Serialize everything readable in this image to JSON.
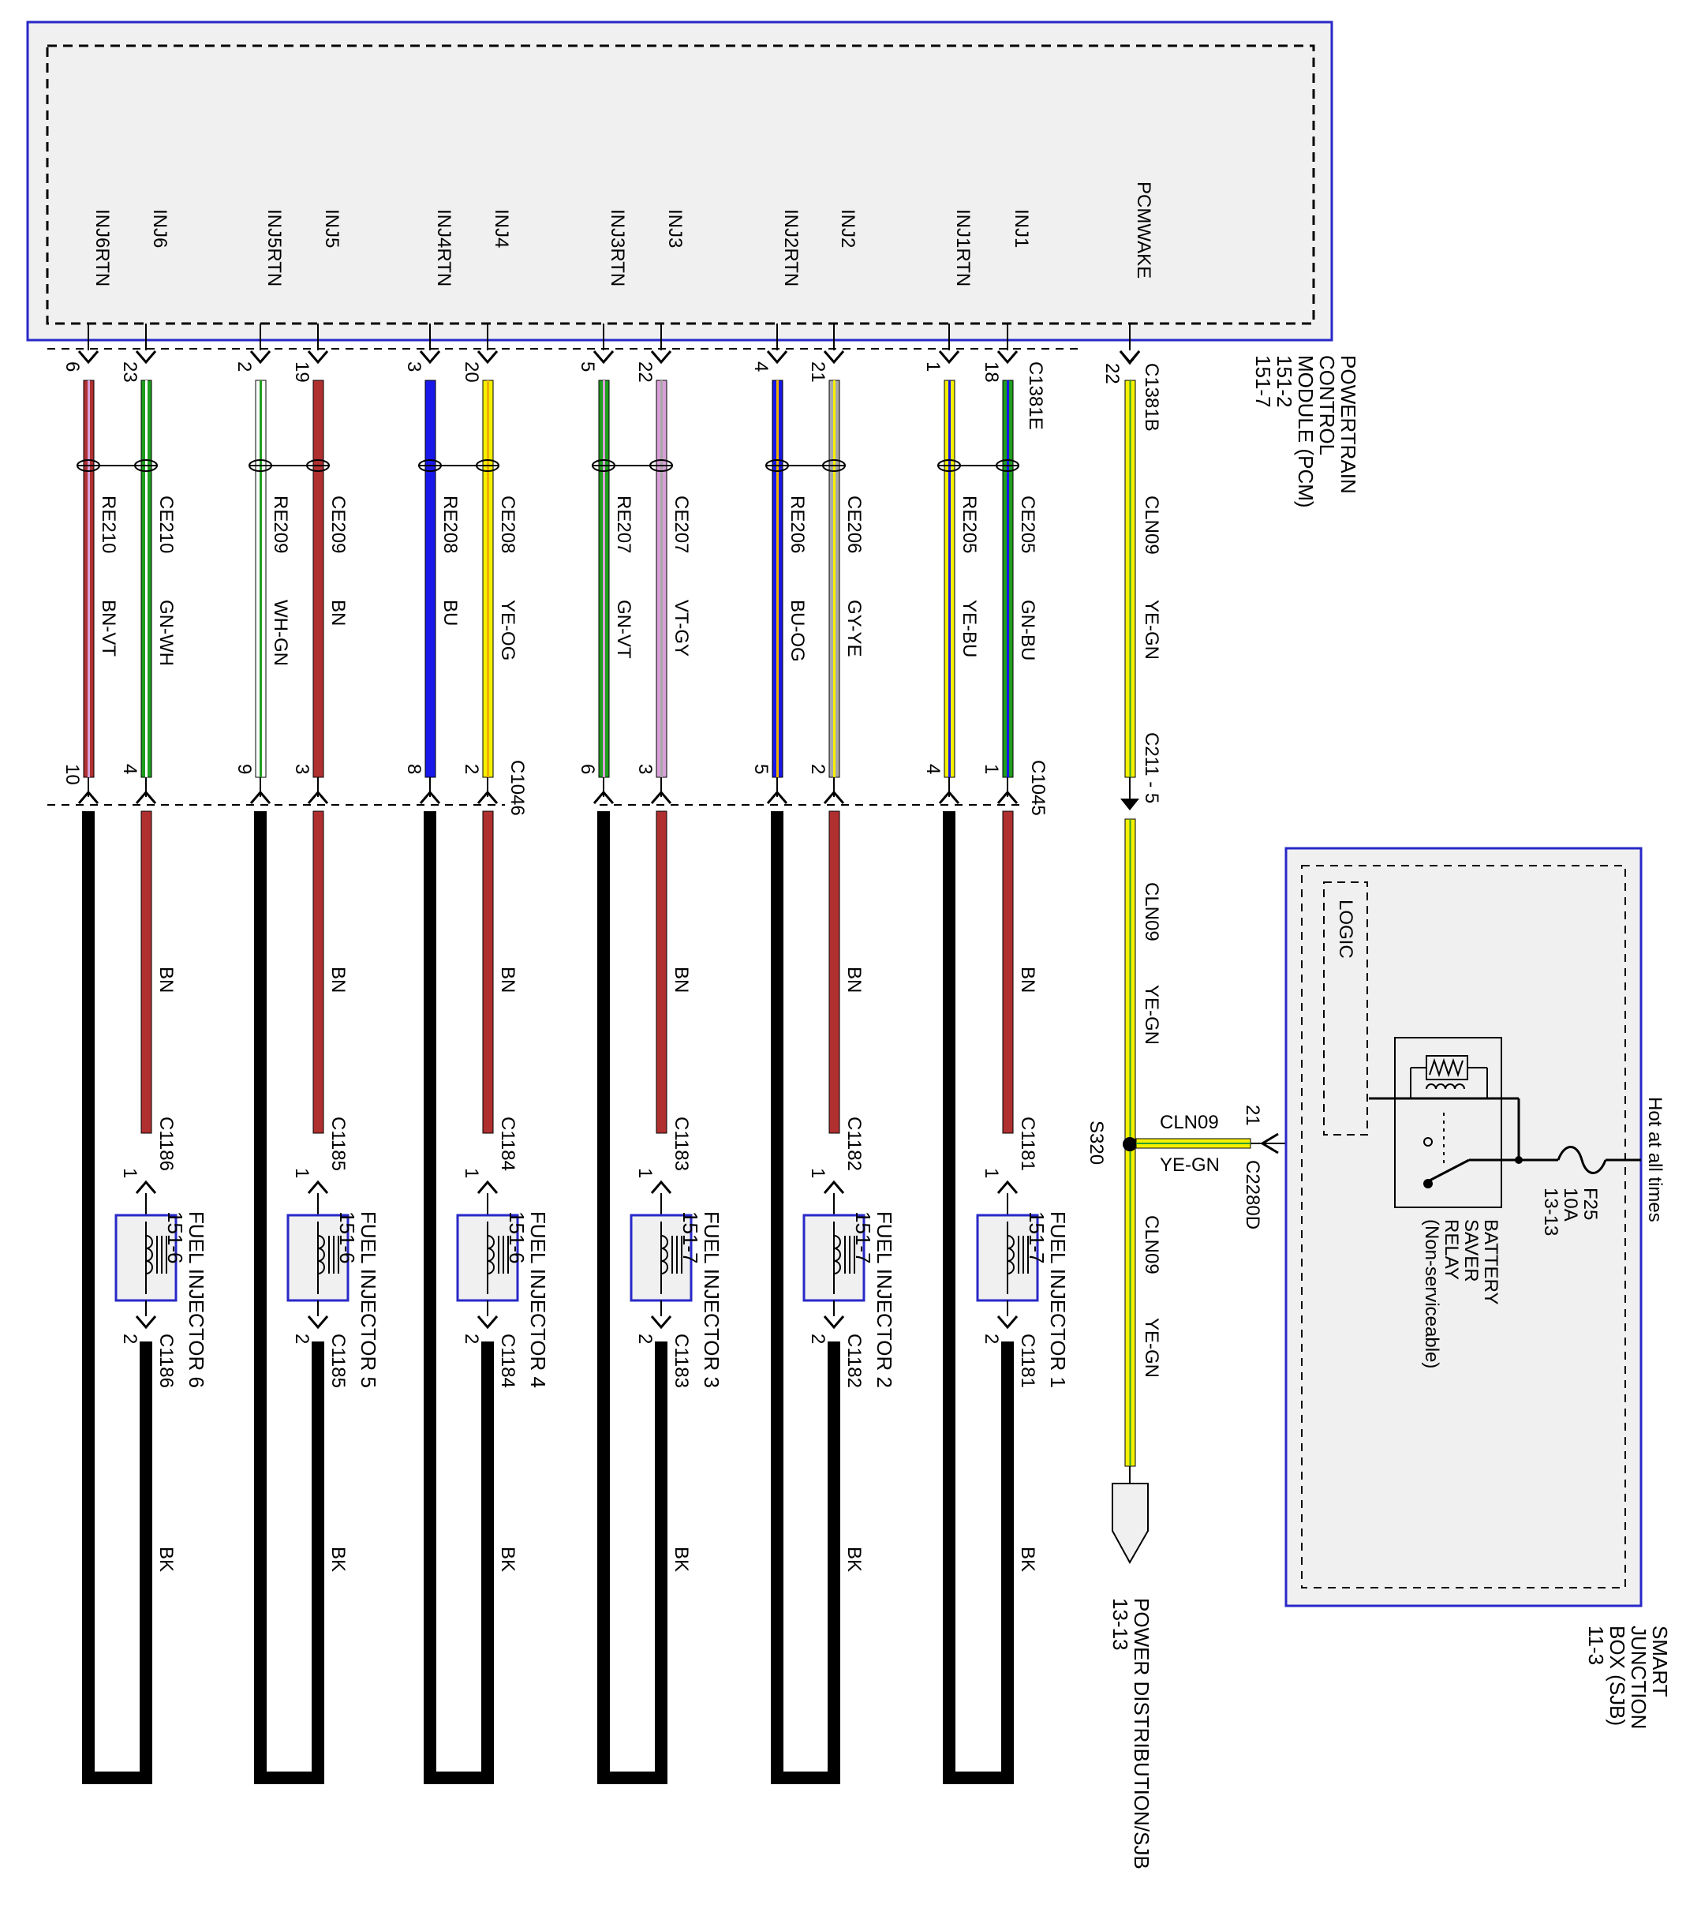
{
  "pcm": {
    "title_lines": [
      "POWERTRAIN",
      "CONTROL",
      "MODULE (PCM)",
      "151-2",
      "151-7"
    ],
    "connector_inj": "C1381E",
    "connector_wake": "C1381B",
    "pins": [
      "INJ6RTN",
      "INJ6",
      "INJ5RTN",
      "INJ5",
      "INJ4RTN",
      "INJ4",
      "INJ3RTN",
      "INJ3",
      "INJ2RTN",
      "INJ2",
      "INJ1RTN",
      "INJ1",
      "PCMWAKE"
    ]
  },
  "injectors": [
    {
      "sig_pin": "23",
      "rtn_pin": "6",
      "sig_circuit": "CE210",
      "rtn_circuit": "RE210",
      "sig_color": "GN-WH",
      "rtn_color": "BN-VT",
      "c_sig_pin": "4",
      "c_rtn_pin": "10",
      "inj_connector": "C1186",
      "inj_name": "FUEL INJECTOR 6",
      "inj_ref": "151-6",
      "feed_color": "BN",
      "ground_color": "BK",
      "pin1": "1",
      "pin2": "2"
    },
    {
      "sig_pin": "19",
      "rtn_pin": "2",
      "sig_circuit": "CE209",
      "rtn_circuit": "RE209",
      "sig_color": "BN",
      "rtn_color": "WH-GN",
      "c_sig_pin": "3",
      "c_rtn_pin": "9",
      "inj_connector": "C1185",
      "inj_name": "FUEL INJECTOR 5",
      "inj_ref": "151-6",
      "feed_color": "BN",
      "ground_color": "BK",
      "pin1": "1",
      "pin2": "2"
    },
    {
      "sig_pin": "20",
      "rtn_pin": "3",
      "sig_circuit": "CE208",
      "rtn_circuit": "RE208",
      "sig_color": "YE-OG",
      "rtn_color": "BU",
      "c_sig_pin": "2",
      "c_rtn_pin": "8",
      "inj_connector": "C1184",
      "inj_name": "FUEL INJECTOR 4",
      "inj_ref": "151-6",
      "feed_color": "BN",
      "ground_color": "BK",
      "pin1": "1",
      "pin2": "2"
    },
    {
      "sig_pin": "22",
      "rtn_pin": "5",
      "sig_circuit": "CE207",
      "rtn_circuit": "RE207",
      "sig_color": "VT-GY",
      "rtn_color": "GN-VT",
      "c_sig_pin": "3",
      "c_rtn_pin": "6",
      "inj_connector": "C1183",
      "inj_name": "FUEL INJECTOR 3",
      "inj_ref": "151-7",
      "feed_color": "BN",
      "ground_color": "BK",
      "pin1": "1",
      "pin2": "2"
    },
    {
      "sig_pin": "21",
      "rtn_pin": "4",
      "sig_circuit": "CE206",
      "rtn_circuit": "RE206",
      "sig_color": "GY-YE",
      "rtn_color": "BU-OG",
      "c_sig_pin": "2",
      "c_rtn_pin": "5",
      "inj_connector": "C1182",
      "inj_name": "FUEL INJECTOR 2",
      "inj_ref": "151-7",
      "feed_color": "BN",
      "ground_color": "BK",
      "pin1": "1",
      "pin2": "2"
    },
    {
      "sig_pin": "18",
      "rtn_pin": "1",
      "sig_circuit": "CE205",
      "rtn_circuit": "RE205",
      "sig_color": "GN-BU",
      "rtn_color": "YE-BU",
      "c_sig_pin": "1",
      "c_rtn_pin": "4",
      "inj_connector": "C1181",
      "inj_name": "FUEL INJECTOR 1",
      "inj_ref": "151-7",
      "feed_color": "BN",
      "ground_color": "BK",
      "pin1": "1",
      "pin2": "2"
    }
  ],
  "connectors": {
    "c1046": "C1046",
    "c1045": "C1045",
    "c211": "C211 - 5"
  },
  "wake": {
    "pin": "22",
    "circuit": "CLN09",
    "color": "YE-GN",
    "splice": "S320",
    "branch_circuit": "CLN09",
    "branch_color": "YE-GN",
    "sjb_pin": "21",
    "sjb_connector": "C2280D",
    "power_dist_lines": [
      "POWER DISTRIBUTION/SJB",
      "13-13"
    ]
  },
  "sjb": {
    "title_lines": [
      "SMART",
      "JUNCTION",
      "BOX (SJB)",
      "11-3"
    ],
    "logic": "LOGIC",
    "relay_lines": [
      "BATTERY",
      "SAVER",
      "RELAY",
      "(Non-serviceable)"
    ],
    "fuse_lines": [
      "F25",
      "10A",
      "13-13"
    ],
    "hot": "Hot at all times"
  },
  "wire_colors": {
    "BN": "#b03030",
    "BK": "#000000",
    "GN": "#1f9e1f",
    "WH": "#ffffff",
    "VT": "#d8a0d8",
    "BU": "#1818e8",
    "YE": "#f5f000",
    "OG": "#f0b000",
    "GY": "#a8a8a8",
    "border_blue": "#2828c8",
    "box_fill": "#f0f0f0"
  }
}
